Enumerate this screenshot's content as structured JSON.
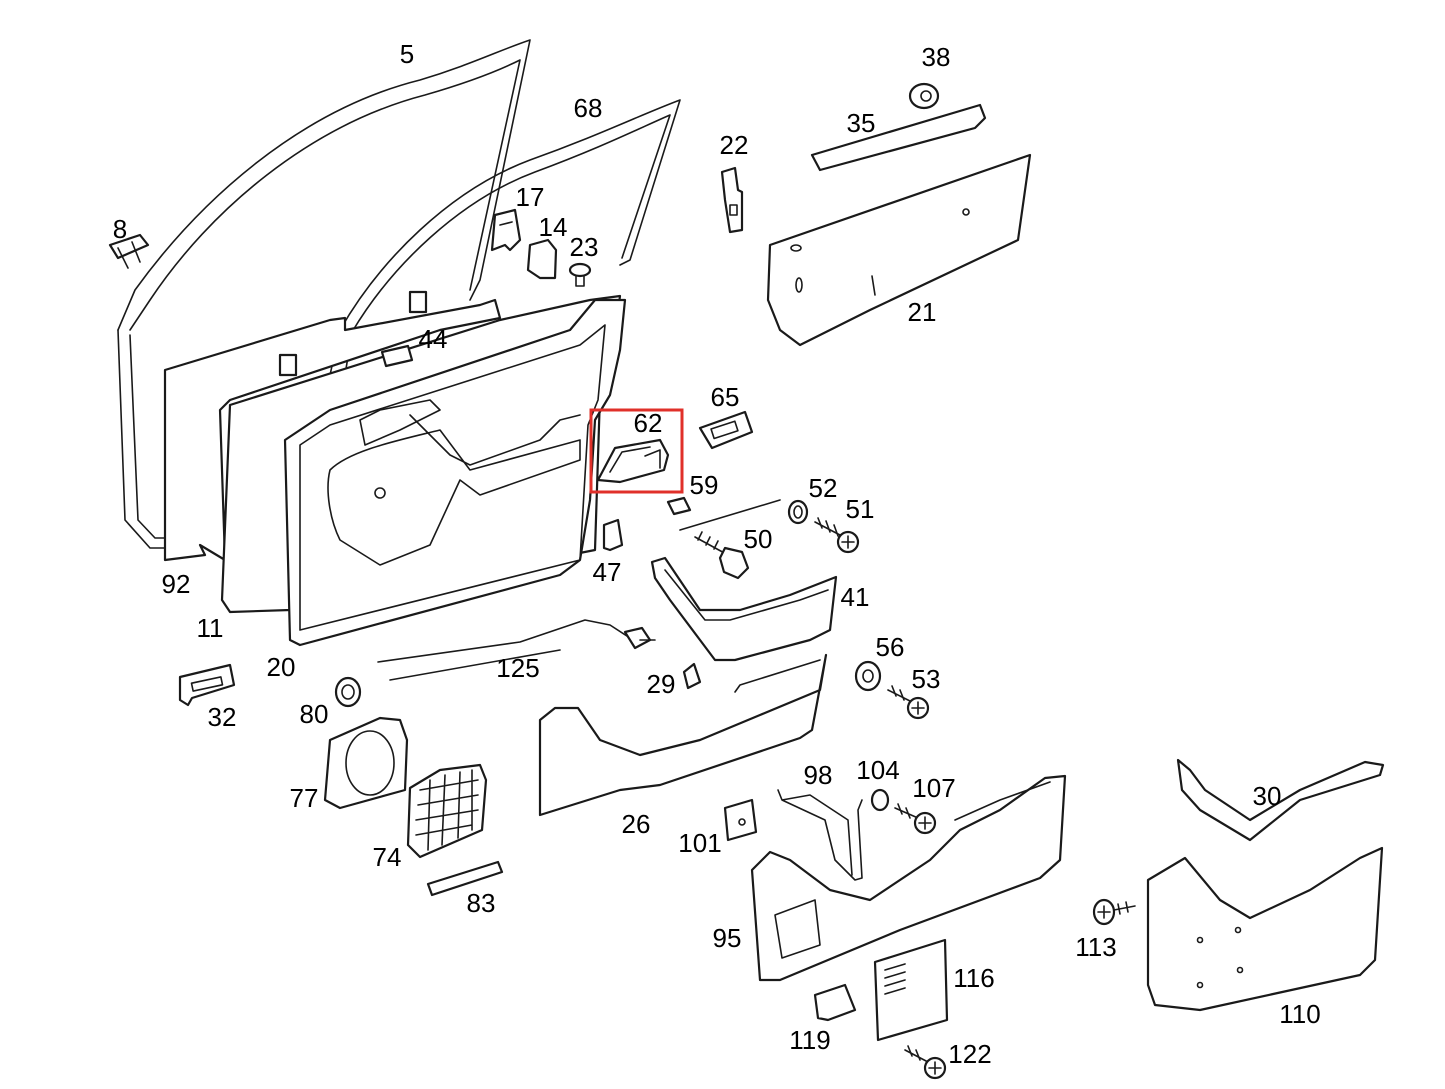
{
  "diagram": {
    "highlight_color": "#e0302a",
    "highlighted_part": "62",
    "callouts": [
      "5",
      "68",
      "38",
      "35",
      "22",
      "8",
      "17",
      "14",
      "23",
      "21",
      "44",
      "65",
      "62",
      "59",
      "52",
      "51",
      "50",
      "47",
      "41",
      "92",
      "11",
      "20",
      "125",
      "56",
      "53",
      "29",
      "32",
      "80",
      "77",
      "74",
      "83",
      "26",
      "98",
      "104",
      "107",
      "101",
      "95",
      "116",
      "119",
      "122",
      "30",
      "113",
      "110"
    ]
  }
}
